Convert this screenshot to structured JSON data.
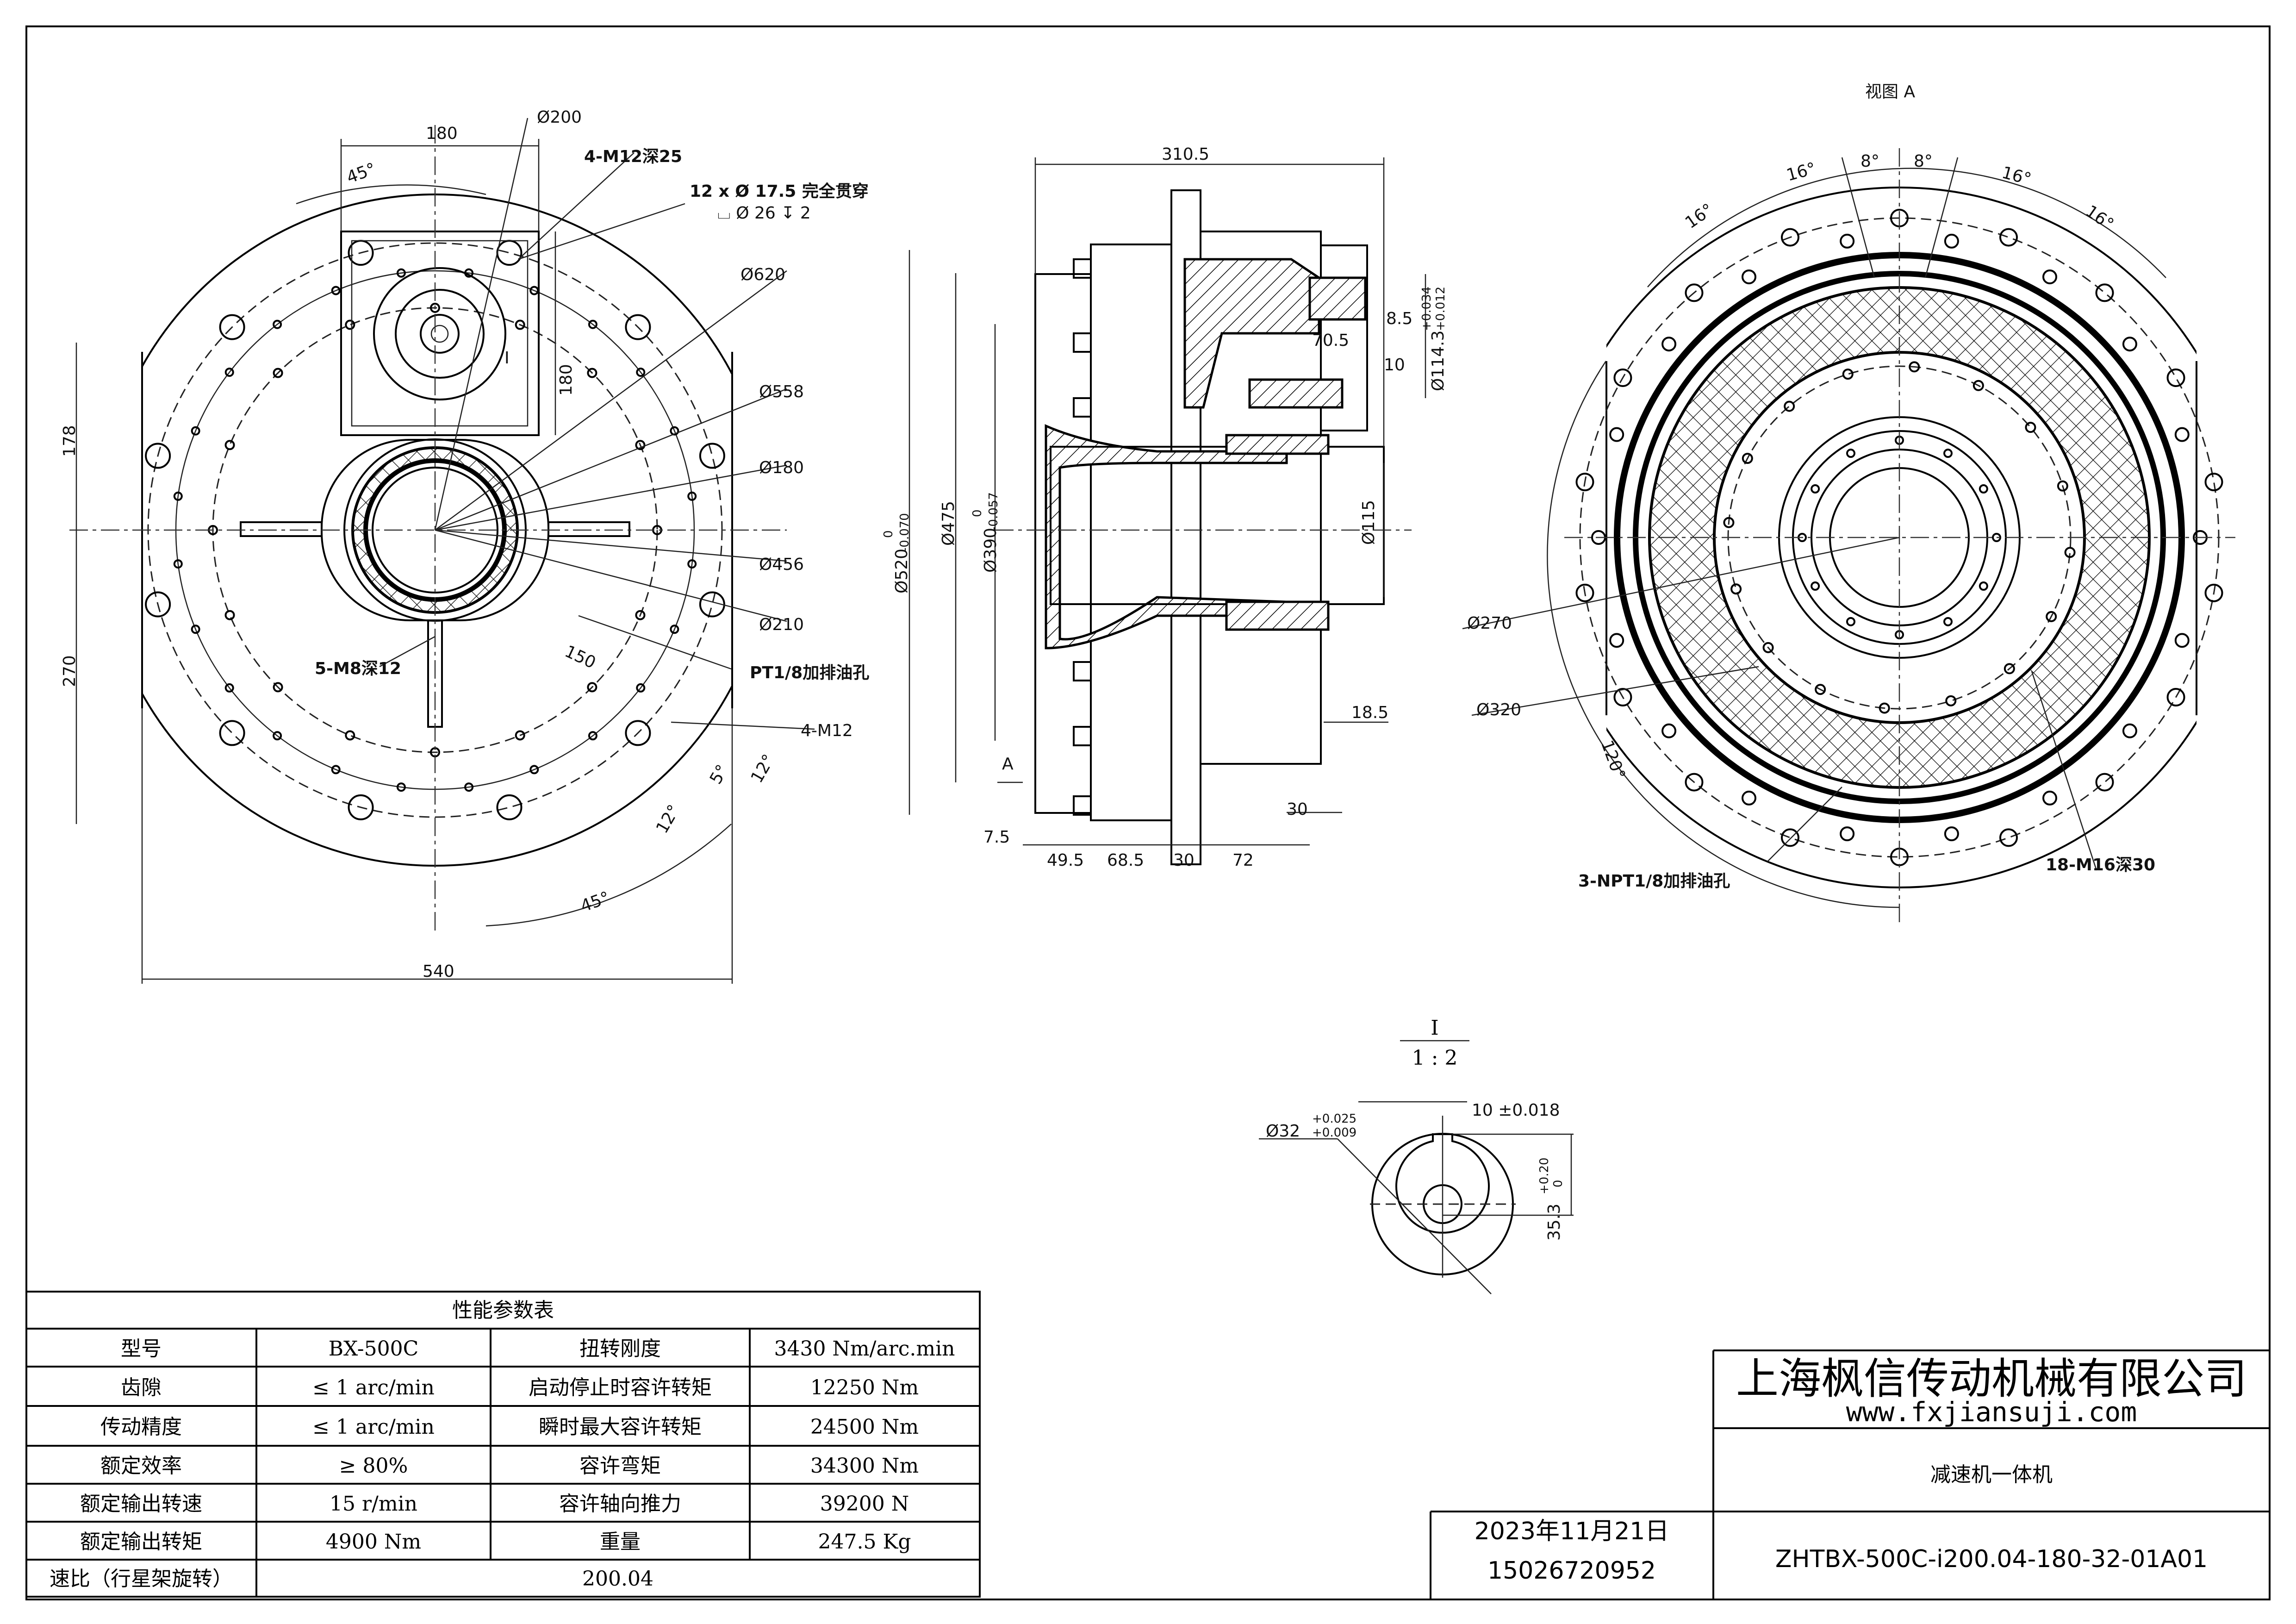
{
  "front_view": {
    "dims": {
      "width_180_top": "180",
      "dia_200": "Ø200",
      "m12_holes": "4-M12深25",
      "through_holes": "12 x Ø 17.5 完全贯穿",
      "counterbore": "⌴ Ø 26 ↧ 2",
      "angle_45_top": "45°",
      "dia_620": "Ø620",
      "dia_558": "Ø558",
      "dia_180": "Ø180",
      "dia_456": "Ø456",
      "dia_210": "Ø210",
      "drain_hole": "PT1/8加排油孔",
      "m12_4": "4-M12",
      "m8_holes": "5-M8深12",
      "dim_150": "150",
      "height_180": "180",
      "detail_marker": "I",
      "height_178": "178",
      "height_270": "270",
      "angle_12_a": "12°",
      "angle_5": "5°",
      "angle_12_b": "12°",
      "angle_45_bottom": "45°",
      "width_540": "540"
    }
  },
  "side_view": {
    "dims": {
      "length_310_5": "310.5",
      "dia_520": "Ø520",
      "dia_520_tol_upper": "0",
      "dia_520_tol_lower": "-0.070",
      "dia_475": "Ø475",
      "dia_390": "Ø390",
      "dia_390_tol_upper": "0",
      "dia_390_tol_lower": "-0.057",
      "dim_8_5": "8.5",
      "dim_70_5": "70.5",
      "dim_10": "10",
      "dia_114_3": "Ø114.3",
      "dia_114_3_tol_upper": "+0.034",
      "dia_114_3_tol_lower": "+0.012",
      "dia_115": "Ø115",
      "dim_18_5": "18.5",
      "dim_30_right": "30",
      "view_marker": "A",
      "dim_7_5": "7.5",
      "dim_49_5": "49.5",
      "dim_68_5": "68.5",
      "dim_30_bottom": "30",
      "dim_72": "72"
    }
  },
  "view_a": {
    "title": "视图 A",
    "dims": {
      "angle_16_a": "16°",
      "angle_16_b": "16°",
      "angle_8_a": "8°",
      "angle_8_b": "8°",
      "angle_16_c": "16°",
      "angle_16_d": "16°",
      "dia_270": "Ø270",
      "dia_320": "Ø320",
      "angle_120": "120°",
      "drain_holes": "3-NPT1/8加排油孔",
      "m16_holes": "18-M16深30"
    }
  },
  "detail_i": {
    "label": "I",
    "scale": "1 : 2",
    "dia_32": "Ø32",
    "dia_32_tol_upper": "+0.025",
    "dia_32_tol_lower": "+0.009",
    "key_width": "10 ±0.018",
    "key_height": "35.3",
    "key_height_tol_upper": "+0.20",
    "key_height_tol_lower": "0"
  },
  "spec_table": {
    "title": "性能参数表",
    "rows": [
      [
        "型号",
        "BX-500C",
        "扭转刚度",
        "3430 Nm/arc.min"
      ],
      [
        "齿隙",
        "≤ 1 arc/min",
        "启动停止时容许转矩",
        "12250 Nm"
      ],
      [
        "传动精度",
        "≤ 1 arc/min",
        "瞬时最大容许转矩",
        "24500 Nm"
      ],
      [
        "额定效率",
        "≥ 80%",
        "容许弯矩",
        "34300 Nm"
      ],
      [
        "额定输出转速",
        "15 r/min",
        "容许轴向推力",
        "39200 N"
      ],
      [
        "额定输出转矩",
        "4900 Nm",
        "重量",
        "247.5 Kg"
      ]
    ],
    "ratio_label": "速比（行星架旋转）",
    "ratio_value": "200.04"
  },
  "title_block": {
    "company": "上海枫信传动机械有限公司",
    "website": "www.fxjiansuji.com",
    "product": "减速机一体机",
    "date": "2023年11月21日",
    "phone": "15026720952",
    "drawing_number": "ZHTBX-500C-i200.04-180-32-01A01"
  }
}
